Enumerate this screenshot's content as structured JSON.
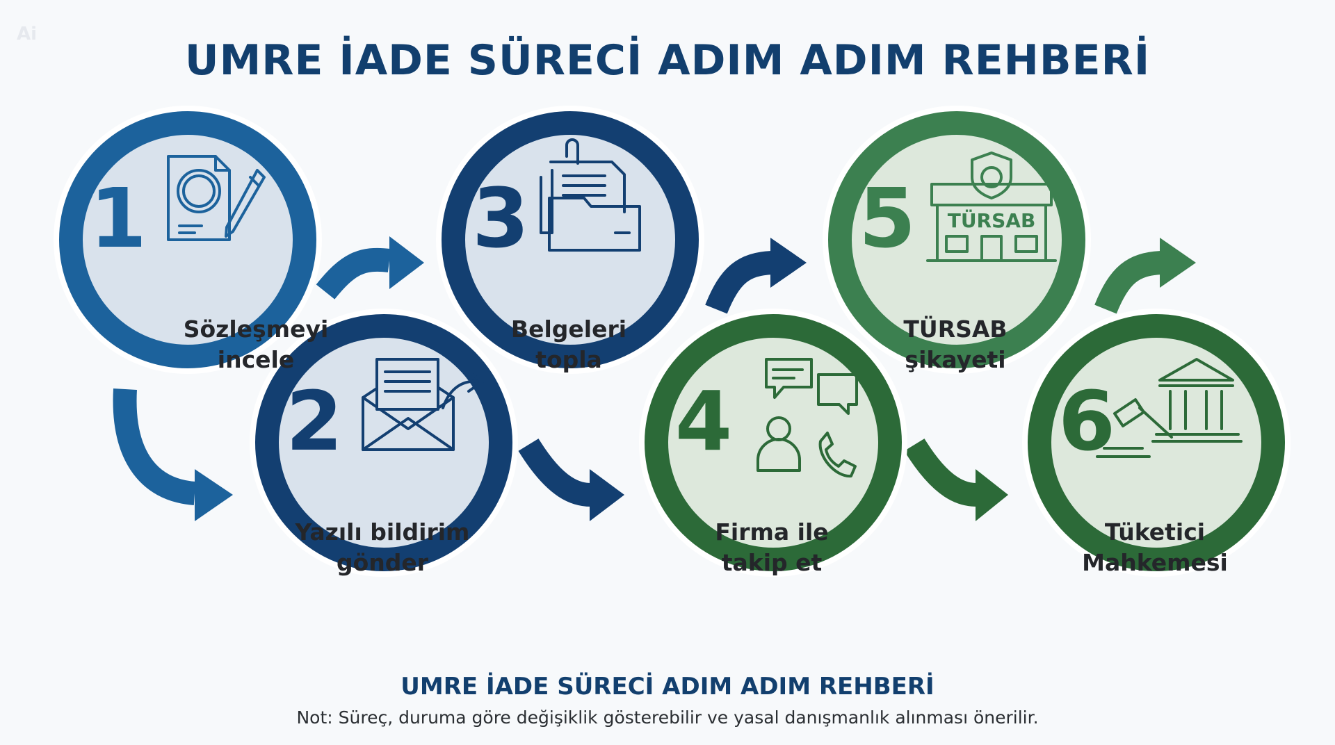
{
  "watermark": "Ai",
  "title": "UMRE İADE SÜRECİ ADIM ADIM REHBERİ",
  "colors": {
    "blue_light": "#1c629c",
    "blue_dark": "#133f71",
    "green_dark": "#2c6a38",
    "green_light": "#3c8050",
    "fill_blue": "#d9e2ec",
    "fill_green": "#dde8dc"
  },
  "steps": [
    {
      "number": "1",
      "label_lines": [
        "Sözleşmeyi",
        "incele"
      ],
      "icon": "document-search-icon",
      "theme": "blue"
    },
    {
      "number": "2",
      "label_lines": [
        "Yazılı bildirim",
        "gönder"
      ],
      "icon": "envelope-send-icon",
      "theme": "blue"
    },
    {
      "number": "3",
      "label_lines": [
        "Belgeleri",
        "topla"
      ],
      "icon": "folder-documents-icon",
      "theme": "blue"
    },
    {
      "number": "4",
      "label_lines": [
        "Firma ile",
        "takip et"
      ],
      "icon": "chat-phone-icon",
      "theme": "green"
    },
    {
      "number": "5",
      "label_lines": [
        "TÜRSAB",
        "şikayeti"
      ],
      "icon": "tursab-building-icon",
      "theme": "green",
      "icon_text": "TÜRSAB"
    },
    {
      "number": "6",
      "label_lines": [
        "Tüketici",
        "Mahkemesi"
      ],
      "icon": "courthouse-gavel-icon",
      "theme": "green"
    }
  ],
  "footer": {
    "title": "UMRE İADE SÜRECİ ADIM ADIM REHBERİ",
    "note": "Not: Süreç, duruma göre değişiklik gösterebilir ve yasal danışmanlık alınması önerilir."
  }
}
